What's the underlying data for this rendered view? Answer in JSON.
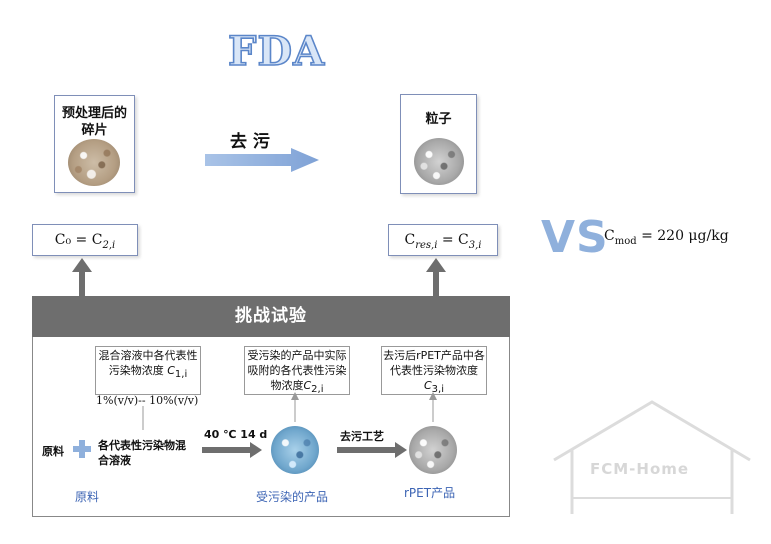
{
  "title": "FDA",
  "top": {
    "left_card_label": "预处理后的碎片",
    "right_card_label": "粒子",
    "process_label": "去 污",
    "left_formula": {
      "main": "C₀ = C",
      "sub": "2,i"
    },
    "right_formula": {
      "main": "C",
      "sub1": "res,i",
      "mid": " = C",
      "sub2": "3,i"
    }
  },
  "vs": "VS",
  "cmod": {
    "main": "C",
    "sub": "mod",
    "tail": " = 220 μg/kg"
  },
  "challenge": {
    "banner": "挑战试验",
    "box1": {
      "text": "混合溶液中各代表性污染物浓度",
      "symbol": "C",
      "sub": "1,i"
    },
    "box2": {
      "text": "受污染的产品中实际吸附的各代表性污染物浓度",
      "symbol": "C",
      "sub": "2,i"
    },
    "box3": {
      "text": "去污后rPET产品中各代表性污染物浓度",
      "symbol": "C",
      "sub": "3,i"
    },
    "range": "1%(v/v)-- 10%(v/v)",
    "raw_material": "原料",
    "mixture": "各代表性污染物混合溶液",
    "condition": "40 ℃ 14 d",
    "process": "去污工艺",
    "label_raw": "原料",
    "label_contaminated": "受污染的产品",
    "label_rpet": "rPET产品"
  },
  "watermark": "FCM-Home",
  "colors": {
    "title_outline": "#5b86c9",
    "arrow_blue": "#8fb0dc",
    "banner": "#6e6e6e",
    "label_blue": "#3c64b4"
  }
}
